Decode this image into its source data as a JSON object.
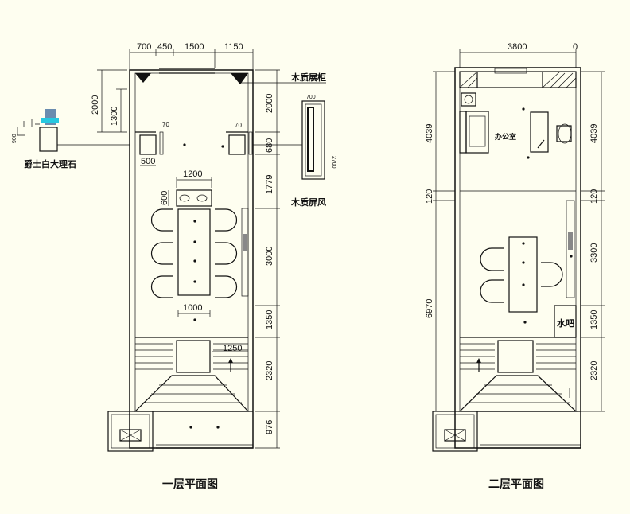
{
  "floor1": {
    "title": "一层平面图",
    "dims_top": [
      "700",
      "450",
      "1500",
      "1150"
    ],
    "dims_right": [
      "2000",
      "680",
      "1779",
      "3000",
      "1350",
      "2320",
      "976"
    ],
    "dims_left": [
      "2000",
      "1300"
    ],
    "dim_1200": "1200",
    "dim_1000": "1000",
    "dim_1250": "1250",
    "dim_500": "500",
    "dim_600": "600",
    "dim_70a": "70",
    "dim_70b": "70",
    "dim_900": "900",
    "label_cabinet": "木质展柜",
    "label_screen": "木质屏风",
    "label_stone": "爵士白大理石",
    "dim_700_small": "700",
    "dim_2700": "2700"
  },
  "floor2": {
    "title": "二层平面图",
    "dims_top": [
      "3800",
      "0"
    ],
    "dims_left": [
      "4039",
      "120",
      "6970"
    ],
    "dims_right": [
      "4039",
      "120",
      "3300",
      "1350",
      "2320"
    ],
    "label_office": "办公室",
    "label_bar": "水吧"
  }
}
